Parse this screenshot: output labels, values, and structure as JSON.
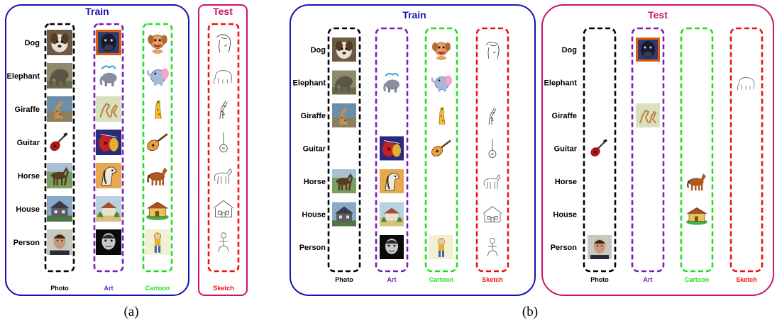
{
  "colors": {
    "train": "#1414b4",
    "test": "#c8146e",
    "photo": "#000000",
    "art": "#7a1fb5",
    "cartoon": "#22dd22",
    "sketch": "#ee1111"
  },
  "rows": [
    "Dog",
    "Elephant",
    "Giraffe",
    "Guitar",
    "Horse",
    "House",
    "Person"
  ],
  "domains": {
    "photo": "Photo",
    "art": "Art",
    "cartoon": "Cartoon",
    "sketch": "Sketch"
  },
  "panel_a": {
    "caption": "(a)",
    "train_title": "Train",
    "test_title": "Test"
  },
  "panel_b": {
    "caption": "(b)",
    "train_title": "Train",
    "test_title": "Test"
  },
  "thumbnails": {
    "dog": "dog",
    "elephant": "elephant",
    "giraffe": "giraffe",
    "guitar": "guitar",
    "horse": "horse",
    "house": "house",
    "person": "person"
  }
}
